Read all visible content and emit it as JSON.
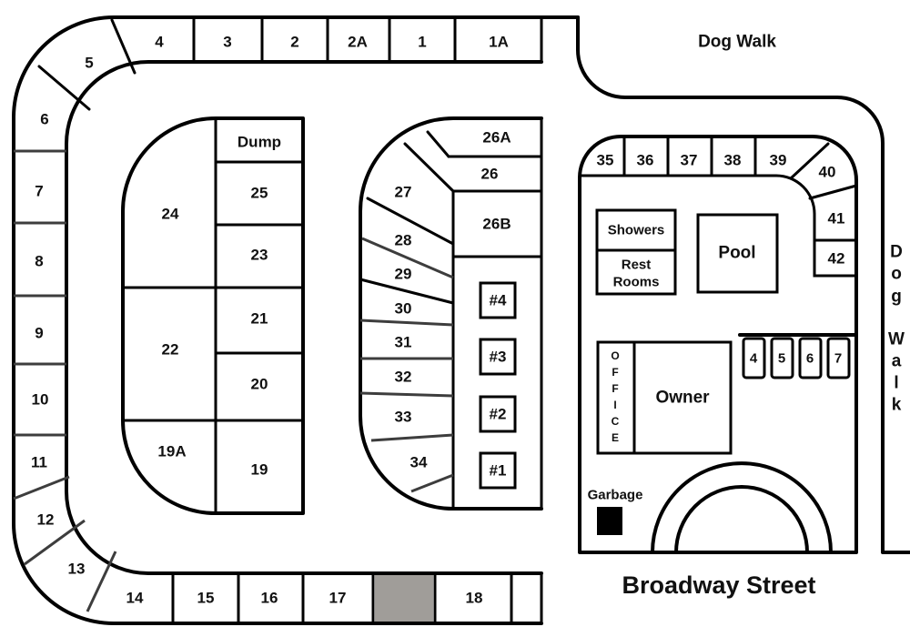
{
  "map": {
    "labels": {
      "dog_walk_top": "Dog Walk",
      "dog_walk_side": [
        "D",
        "o",
        "g",
        "W",
        "a",
        "l",
        "k"
      ],
      "street": "Broadway Street",
      "dump": "Dump",
      "garbage": "Garbage",
      "showers": "Showers",
      "restrooms": [
        "Rest",
        "Rooms"
      ],
      "pool": "Pool",
      "owner": "Owner",
      "office": [
        "O",
        "F",
        "F",
        "I",
        "C",
        "E"
      ]
    },
    "outer_sites": {
      "top": [
        "4",
        "3",
        "2",
        "2A",
        "1",
        "1A"
      ],
      "curve_top": [
        "5",
        "6"
      ],
      "left": [
        "7",
        "8",
        "9",
        "10",
        "11"
      ],
      "curve_bottom": [
        "12",
        "13"
      ],
      "bottom": [
        "14",
        "15",
        "16",
        "17",
        "18"
      ]
    },
    "left_island": {
      "big": [
        "24",
        "22",
        "19A"
      ],
      "column": [
        "25",
        "23",
        "21",
        "20",
        "19"
      ]
    },
    "middle_island": {
      "right_top": [
        "26A",
        "26",
        "26B"
      ],
      "fan": [
        "27",
        "28",
        "29",
        "30",
        "31",
        "32",
        "33",
        "34"
      ],
      "cabins": [
        "#4",
        "#3",
        "#2",
        "#1"
      ]
    },
    "right_block": {
      "top_sites": [
        "35",
        "36",
        "37",
        "38",
        "39",
        "40"
      ],
      "side_sites": [
        "41",
        "42"
      ],
      "small_sites": [
        "4",
        "5",
        "6",
        "7"
      ]
    },
    "colors": {
      "line": "#000000",
      "grid_line": "#3d3d3d",
      "empty_site": "#a09d99",
      "garbage": "#000000"
    }
  }
}
